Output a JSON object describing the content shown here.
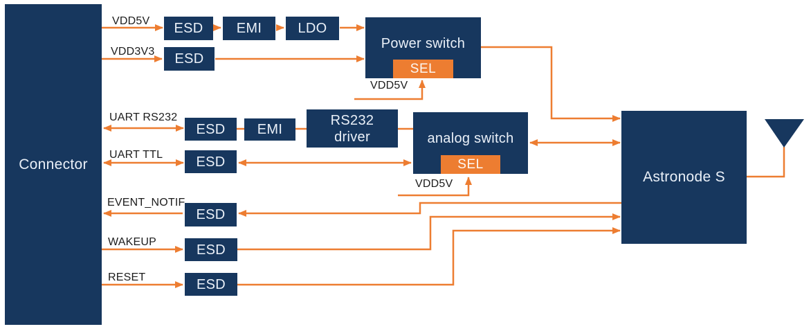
{
  "blocks": {
    "connector": "Connector",
    "esd_vdd5v": "ESD",
    "emi_vdd5v": "EMI",
    "ldo": "LDO",
    "power_switch": "Power switch",
    "power_switch_sel": "SEL",
    "esd_vdd3v3": "ESD",
    "esd_uart_rs232": "ESD",
    "emi_uart_rs232": "EMI",
    "rs232_driver": "RS232 driver",
    "analog_switch": "analog switch",
    "analog_switch_sel": "SEL",
    "esd_uart_ttl": "ESD",
    "esd_event_notif": "ESD",
    "esd_wakeup": "ESD",
    "esd_reset": "ESD",
    "astronode": "Astronode S"
  },
  "signal_labels": {
    "vdd5v": "VDD5V",
    "vdd3v3": "VDD3V3",
    "uart_rs232": "UART RS232",
    "uart_ttl": "UART TTL",
    "event_notif": "EVENT_NOTIF",
    "wakeup": "WAKEUP",
    "reset": "RESET",
    "power_switch_sel_supply": "VDD5V",
    "analog_switch_sel_supply": "VDD5V"
  },
  "icons": {
    "antenna": "antenna-icon"
  },
  "colors": {
    "navy": "#17375E",
    "orange": "#ED7D31"
  }
}
